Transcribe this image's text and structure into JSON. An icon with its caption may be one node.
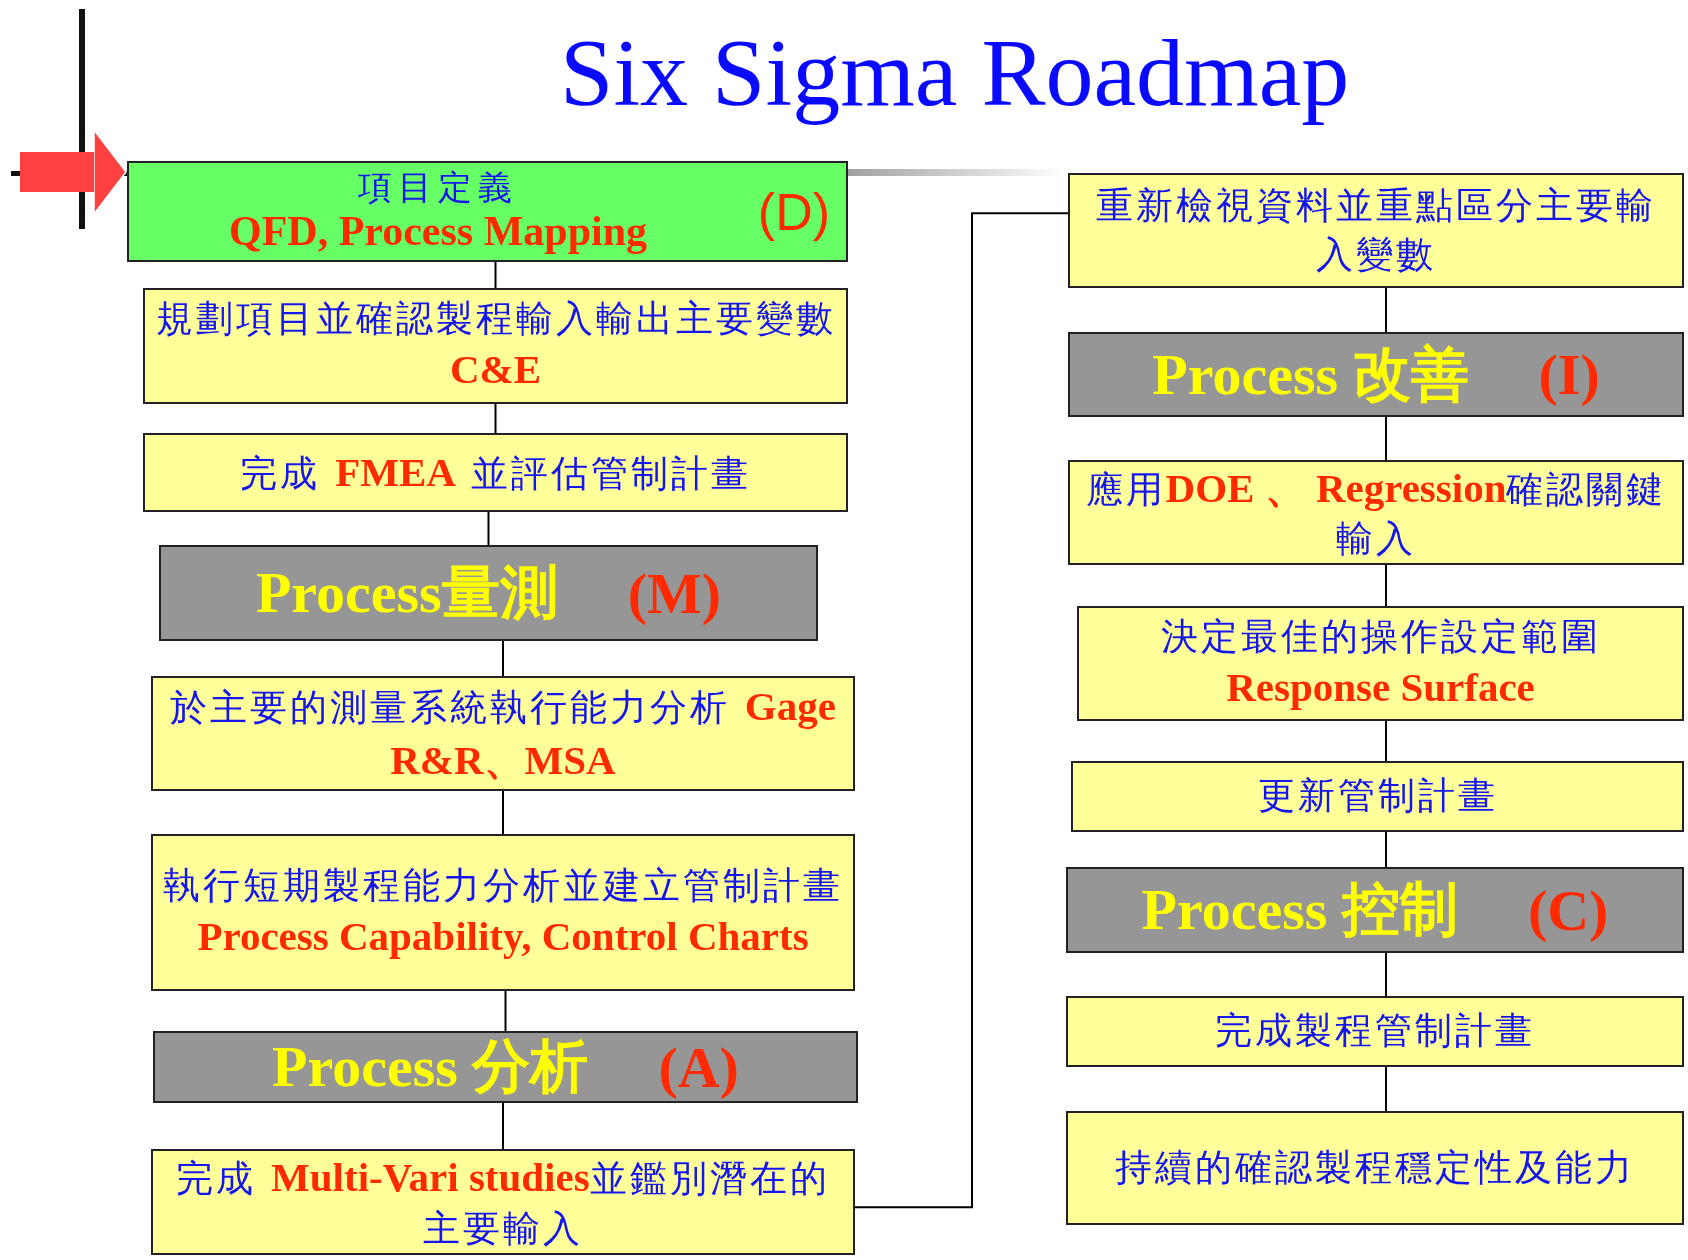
{
  "diagram": {
    "title": "Six Sigma Roadmap",
    "nodes": [
      {
        "text": [
          "項目定義",
          "QFD, Process Mapping",
          "(D)"
        ]
      },
      {
        "text": [
          "規劃項目並確認製程輸入輸出主要變數 **C&E**"
        ]
      },
      {
        "text": [
          "完成 **FMEA** 並評估管制計畫"
        ]
      },
      {
        "text": [
          "Process量測",
          "(M)"
        ]
      },
      {
        "text": [
          "於主要的測量系統執行能力分析 **Gage R&R、MSA**"
        ]
      },
      {
        "text": [
          "執行短期製程能力分析並建立管制計畫 **Process Capability, Control Charts**"
        ]
      },
      {
        "text": [
          "Process 分析",
          "(A)"
        ]
      },
      {
        "text": [
          "完成 **Multi-Vari studies**並鑑別潛在的主要輸入"
        ]
      },
      {
        "text": [
          "重新檢視資料並重點區分主要輸入變數"
        ]
      },
      {
        "text": [
          "Process 改善",
          "(I)"
        ]
      },
      {
        "text": [
          "應用**DOE 、 Regression**確認關鍵輸入"
        ]
      },
      {
        "text": [
          "決定最佳的操作設定範圍 **Response Surface**"
        ]
      },
      {
        "text": [
          "更新管制計畫"
        ]
      },
      {
        "text": [
          "Process 控制",
          "(C)"
        ]
      },
      {
        "text": [
          "完成製程管制計畫"
        ]
      },
      {
        "text": [
          "持續的確認製程穩定性及能力"
        ]
      }
    ],
    "edges": [
      {
        "from": null,
        "to": 0,
        "arrow": "to",
        "color": "#ff4040",
        "style": "thick"
      },
      {
        "from": 0,
        "to": 1,
        "arrow": "none"
      },
      {
        "from": 1,
        "to": 2,
        "arrow": "none"
      },
      {
        "from": 2,
        "to": 3,
        "arrow": "none"
      },
      {
        "from": 3,
        "to": 4,
        "arrow": "none"
      },
      {
        "from": 4,
        "to": 5,
        "arrow": "none"
      },
      {
        "from": 5,
        "to": 6,
        "arrow": "none"
      },
      {
        "from": 6,
        "to": 7,
        "arrow": "none"
      },
      {
        "from": 7,
        "to": 8,
        "arrow": "none"
      },
      {
        "from": 8,
        "to": 9,
        "arrow": "none"
      },
      {
        "from": 9,
        "to": 10,
        "arrow": "none"
      },
      {
        "from": 10,
        "to": 11,
        "arrow": "none"
      },
      {
        "from": 11,
        "to": 12,
        "arrow": "none"
      },
      {
        "from": 12,
        "to": 13,
        "arrow": "none"
      },
      {
        "from": 13,
        "to": 14,
        "arrow": "none"
      },
      {
        "from": 14,
        "to": 15,
        "arrow": "none"
      }
    ]
  }
}
